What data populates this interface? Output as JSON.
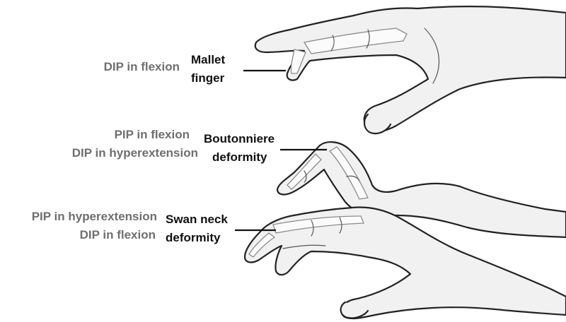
{
  "figure": {
    "rows": [
      {
        "id": "mallet",
        "joint_lines": [
          "DIP in flexion"
        ],
        "deformity_lines": [
          "Mallet",
          "finger"
        ]
      },
      {
        "id": "boutonniere",
        "joint_lines": [
          "PIP in flexion",
          "DIP in hyperextension"
        ],
        "deformity_lines": [
          "Boutonniere",
          "deformity"
        ]
      },
      {
        "id": "swan-neck",
        "joint_lines": [
          "PIP in hyperextension",
          "DIP in flexion"
        ],
        "deformity_lines": [
          "Swan neck",
          "deformity"
        ]
      }
    ]
  },
  "colors": {
    "label_grey": "#6f6f6f",
    "label_black": "#111111",
    "skin_fill": "#f1f1f1",
    "outline": "#222222",
    "bone_fill": "#fbfbfb"
  }
}
